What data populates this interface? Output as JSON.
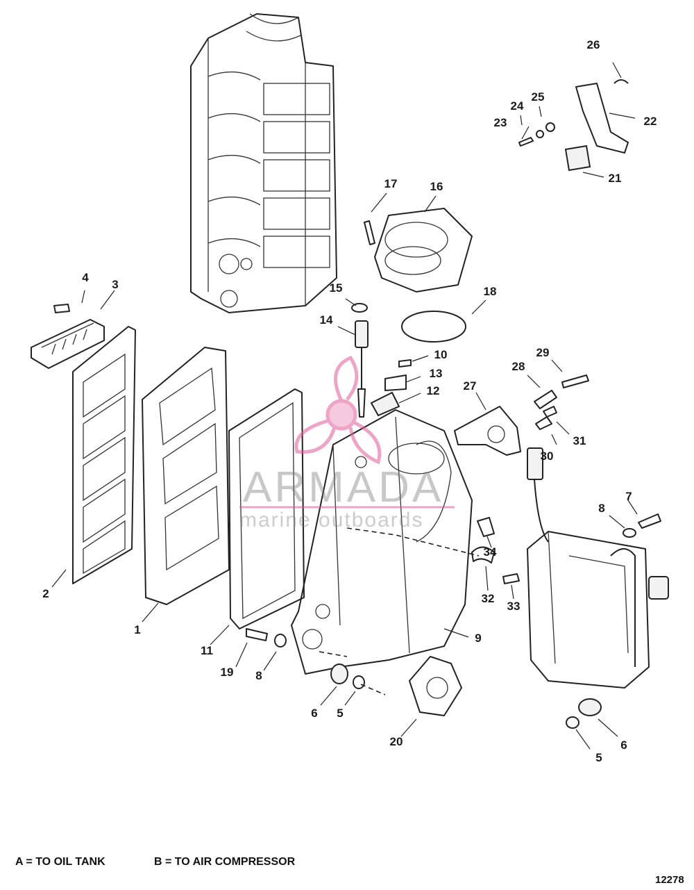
{
  "diagram": {
    "part_labels": [
      {
        "id": "1",
        "text": "1"
      },
      {
        "id": "2",
        "text": "2"
      },
      {
        "id": "3",
        "text": "3"
      },
      {
        "id": "4",
        "text": "4"
      },
      {
        "id": "5a",
        "text": "5"
      },
      {
        "id": "5b",
        "text": "5"
      },
      {
        "id": "6a",
        "text": "6"
      },
      {
        "id": "6b",
        "text": "6"
      },
      {
        "id": "7",
        "text": "7"
      },
      {
        "id": "8a",
        "text": "8"
      },
      {
        "id": "8b",
        "text": "8"
      },
      {
        "id": "9",
        "text": "9"
      },
      {
        "id": "10",
        "text": "10"
      },
      {
        "id": "11",
        "text": "11"
      },
      {
        "id": "12",
        "text": "12"
      },
      {
        "id": "13",
        "text": "13"
      },
      {
        "id": "14",
        "text": "14"
      },
      {
        "id": "15",
        "text": "15"
      },
      {
        "id": "16",
        "text": "16"
      },
      {
        "id": "17",
        "text": "17"
      },
      {
        "id": "18",
        "text": "18"
      },
      {
        "id": "19",
        "text": "19"
      },
      {
        "id": "20",
        "text": "20"
      },
      {
        "id": "21",
        "text": "21"
      },
      {
        "id": "22",
        "text": "22"
      },
      {
        "id": "23",
        "text": "23"
      },
      {
        "id": "24",
        "text": "24"
      },
      {
        "id": "25",
        "text": "25"
      },
      {
        "id": "26",
        "text": "26"
      },
      {
        "id": "27",
        "text": "27"
      },
      {
        "id": "28",
        "text": "28"
      },
      {
        "id": "29",
        "text": "29"
      },
      {
        "id": "30",
        "text": "30"
      },
      {
        "id": "31",
        "text": "31"
      },
      {
        "id": "32",
        "text": "32"
      },
      {
        "id": "33",
        "text": "33"
      },
      {
        "id": "34",
        "text": "34"
      }
    ],
    "notes": {
      "a": "A = TO OIL TANK",
      "b": "B = TO AIR COMPRESSOR"
    },
    "figure_number": "12278"
  },
  "watermark": {
    "brand": "ARMADA",
    "tagline": "marine outboards",
    "color": "#e05a9a"
  }
}
